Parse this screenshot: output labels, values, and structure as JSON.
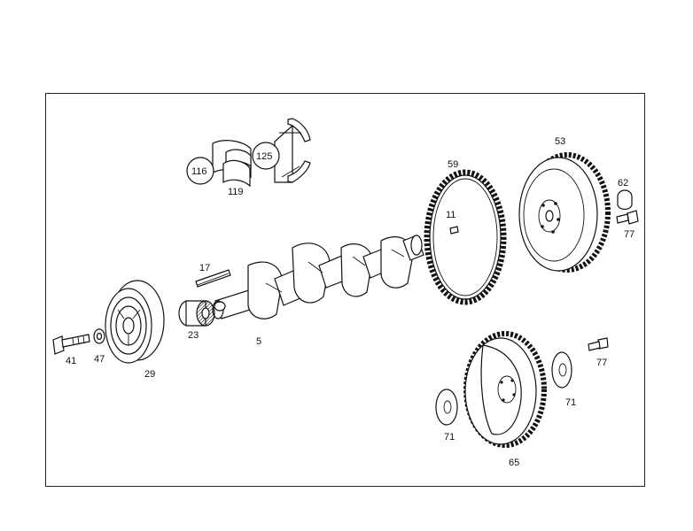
{
  "diagram": {
    "callouts": {
      "p116": "116",
      "p119": "119",
      "p125": "125",
      "p59": "59",
      "p53": "53",
      "p11": "11",
      "p62": "62",
      "p77a": "77",
      "p17": "17",
      "p23": "23",
      "p5": "5",
      "p41": "41",
      "p47": "47",
      "p29": "29",
      "p77b": "77",
      "p71a": "71",
      "p71b": "71",
      "p65": "65"
    },
    "colors": {
      "line": "#111111",
      "background": "#ffffff"
    }
  }
}
